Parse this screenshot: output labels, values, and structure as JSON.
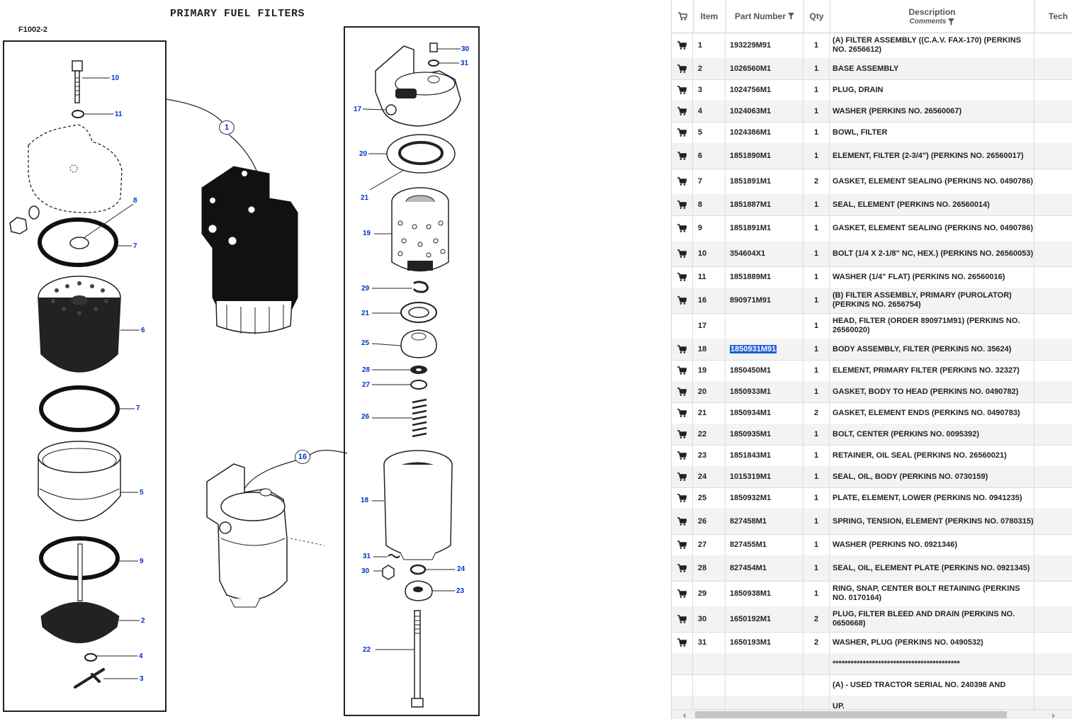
{
  "diagram": {
    "title": "PRIMARY FUEL FILTERS",
    "code": "F1002-2",
    "left_callouts": [
      "10",
      "11",
      "8",
      "7",
      "6",
      "7",
      "5",
      "9",
      "2",
      "4",
      "3"
    ],
    "right_callouts": [
      "30",
      "31",
      "17",
      "20",
      "21",
      "19",
      "29",
      "21",
      "25",
      "28",
      "27",
      "26",
      "18",
      "31",
      "30",
      "24",
      "23",
      "22"
    ],
    "bubbles": [
      "1",
      "16"
    ]
  },
  "table": {
    "headers": {
      "item": "Item",
      "part_number": "Part Number",
      "qty": "Qty",
      "description": "Description",
      "comments": "Comments",
      "tech": "Tech"
    },
    "rows": [
      {
        "item": "1",
        "part": "193229M91",
        "qty": "1",
        "desc": "(A) FILTER ASSEMBLY ((C.A.V. FAX-170) (PERKINS NO. 2656612)",
        "cart": true
      },
      {
        "item": "2",
        "part": "1026560M1",
        "qty": "1",
        "desc": "BASE ASSEMBLY",
        "cart": true
      },
      {
        "item": "3",
        "part": "1024756M1",
        "qty": "1",
        "desc": "PLUG, DRAIN",
        "cart": true
      },
      {
        "item": "4",
        "part": "1024063M1",
        "qty": "1",
        "desc": "WASHER (PERKINS NO. 26560067)",
        "cart": true
      },
      {
        "item": "5",
        "part": "1024386M1",
        "qty": "1",
        "desc": "BOWL, FILTER",
        "cart": true
      },
      {
        "item": "6",
        "part": "1851890M1",
        "qty": "1",
        "desc": "ELEMENT, FILTER (2-3/4\") (PERKINS NO. 26560017)",
        "cart": true
      },
      {
        "item": "7",
        "part": "1851891M1",
        "qty": "2",
        "desc": "GASKET, ELEMENT SEALING (PERKINS NO. 0490786)",
        "cart": true
      },
      {
        "item": "8",
        "part": "1851887M1",
        "qty": "1",
        "desc": "SEAL, ELEMENT (PERKINS NO. 26560014)",
        "cart": true
      },
      {
        "item": "9",
        "part": "1851891M1",
        "qty": "1",
        "desc": "GASKET, ELEMENT SEALING (PERKINS NO. 0490786)",
        "cart": true
      },
      {
        "item": "10",
        "part": "354604X1",
        "qty": "1",
        "desc": "BOLT (1/4 X 2-1/8\" NC, HEX.) (PERKINS NO. 26560053)",
        "cart": true
      },
      {
        "item": "11",
        "part": "1851889M1",
        "qty": "1",
        "desc": "WASHER (1/4\" FLAT) (PERKINS NO. 26560016)",
        "cart": true
      },
      {
        "item": "16",
        "part": "890971M91",
        "qty": "1",
        "desc": "(B) FILTER ASSEMBLY, PRIMARY (PUROLATOR) (PERKINS NO. 2656754)",
        "cart": true
      },
      {
        "item": "17",
        "part": "",
        "qty": "1",
        "desc": "HEAD, FILTER (ORDER 890971M91) (PERKINS NO. 26560020)",
        "cart": false
      },
      {
        "item": "18",
        "part": "1850931M91",
        "qty": "1",
        "desc": "BODY ASSEMBLY, FILTER (PERKINS NO. 35624)",
        "cart": true,
        "selected": true
      },
      {
        "item": "19",
        "part": "1850450M1",
        "qty": "1",
        "desc": "ELEMENT, PRIMARY FILTER (PERKINS NO. 32327)",
        "cart": true
      },
      {
        "item": "20",
        "part": "1850933M1",
        "qty": "1",
        "desc": "GASKET, BODY TO HEAD (PERKINS NO. 0490782)",
        "cart": true
      },
      {
        "item": "21",
        "part": "1850934M1",
        "qty": "2",
        "desc": "GASKET, ELEMENT ENDS (PERKINS NO. 0490783)",
        "cart": true
      },
      {
        "item": "22",
        "part": "1850935M1",
        "qty": "1",
        "desc": "BOLT, CENTER (PERKINS NO. 0095392)",
        "cart": true
      },
      {
        "item": "23",
        "part": "1851843M1",
        "qty": "1",
        "desc": "RETAINER, OIL SEAL (PERKINS NO. 26560021)",
        "cart": true
      },
      {
        "item": "24",
        "part": "1015319M1",
        "qty": "1",
        "desc": "SEAL, OIL, BODY (PERKINS NO. 0730159)",
        "cart": true
      },
      {
        "item": "25",
        "part": "1850932M1",
        "qty": "1",
        "desc": "PLATE, ELEMENT, LOWER (PERKINS NO. 0941235)",
        "cart": true
      },
      {
        "item": "26",
        "part": "827458M1",
        "qty": "1",
        "desc": "SPRING, TENSION, ELEMENT (PERKINS NO. 0780315)",
        "cart": true
      },
      {
        "item": "27",
        "part": "827455M1",
        "qty": "1",
        "desc": "WASHER (PERKINS NO. 0921346)",
        "cart": true
      },
      {
        "item": "28",
        "part": "827454M1",
        "qty": "1",
        "desc": "SEAL, OIL, ELEMENT PLATE (PERKINS NO. 0921345)",
        "cart": true
      },
      {
        "item": "29",
        "part": "1850938M1",
        "qty": "1",
        "desc": "RING, SNAP, CENTER BOLT RETAINING (PERKINS NO. 0170164)",
        "cart": true
      },
      {
        "item": "30",
        "part": "1650192M1",
        "qty": "2",
        "desc": "PLUG, FILTER BLEED AND DRAIN (PERKINS NO. 0650668)",
        "cart": true
      },
      {
        "item": "31",
        "part": "1650193M1",
        "qty": "2",
        "desc": "WASHER, PLUG (PERKINS NO. 0490532)",
        "cart": true
      },
      {
        "item": "",
        "part": "",
        "qty": "",
        "desc": "******************************************",
        "cart": false
      },
      {
        "item": "",
        "part": "",
        "qty": "",
        "desc": "(A) - USED TRACTOR SERIAL NO. 240398 AND",
        "cart": false
      },
      {
        "item": "",
        "part": "",
        "qty": "",
        "desc": "UP.",
        "cart": false
      }
    ]
  },
  "colors": {
    "callout": "#0033cc",
    "selection": "#1e5fd6"
  }
}
